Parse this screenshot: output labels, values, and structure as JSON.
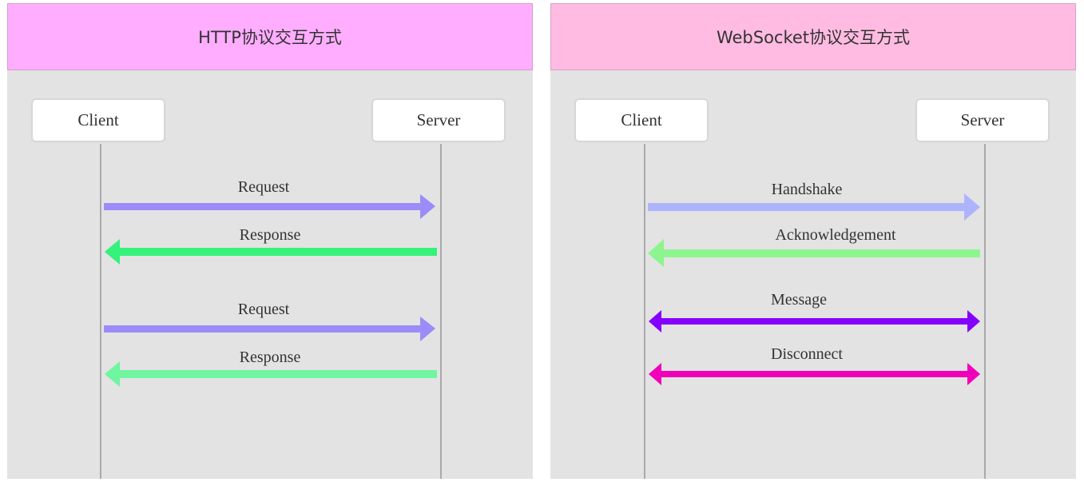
{
  "panels": [
    {
      "title": "HTTP协议交互方式",
      "header_color": "#ffadff",
      "client": "Client",
      "server": "Server",
      "messages": [
        {
          "label": "Request",
          "direction": "right",
          "color": "#9b8cf9"
        },
        {
          "label": "Response",
          "direction": "left",
          "color": "#35f27a"
        },
        {
          "label": "Request",
          "direction": "right",
          "color": "#9b8cf9"
        },
        {
          "label": "Response",
          "direction": "left",
          "color": "#70f5a0"
        }
      ]
    },
    {
      "title": "WebSocket协议交互方式",
      "header_color": "#ffbbe1",
      "client": "Client",
      "server": "Server",
      "messages": [
        {
          "label": "Handshake",
          "direction": "right",
          "color": "#aeb4fc"
        },
        {
          "label": "Acknowledgement",
          "direction": "left",
          "color": "#8df58d"
        },
        {
          "label": "Message",
          "direction": "both",
          "color": "#8400ff"
        },
        {
          "label": "Disconnect",
          "direction": "both",
          "color": "#f000b8"
        }
      ]
    }
  ]
}
